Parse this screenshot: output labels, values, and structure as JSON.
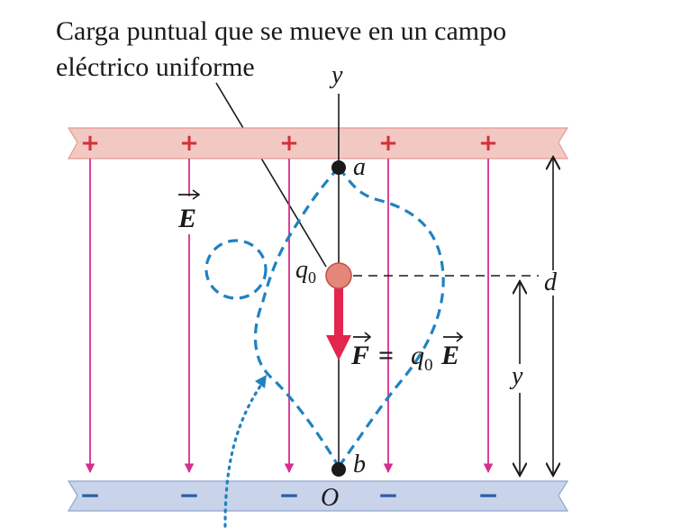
{
  "caption": {
    "line1": "Carga puntual que se mueve en un campo",
    "line2": "eléctrico uniforme"
  },
  "labels": {
    "y_axis": "y",
    "point_a": "a",
    "point_b": "b",
    "origin": "O",
    "field": "E",
    "charge": "q",
    "charge_sub": "0",
    "distance_d": "d",
    "distance_y": "y",
    "force_lhs": "F",
    "force_eq": "=",
    "force_q": "q",
    "force_sub": "0",
    "force_field": "E"
  },
  "plates": {
    "top_sign": "+",
    "bottom_sign": "−",
    "top_color": "#f2c9c2",
    "bottom_color": "#c9d3ea"
  },
  "colors": {
    "field_lines": "#d62d8f",
    "path_dashed": "#1f82c0",
    "force_arrow": "#e2264d",
    "charge_fill": "#e5867a"
  }
}
